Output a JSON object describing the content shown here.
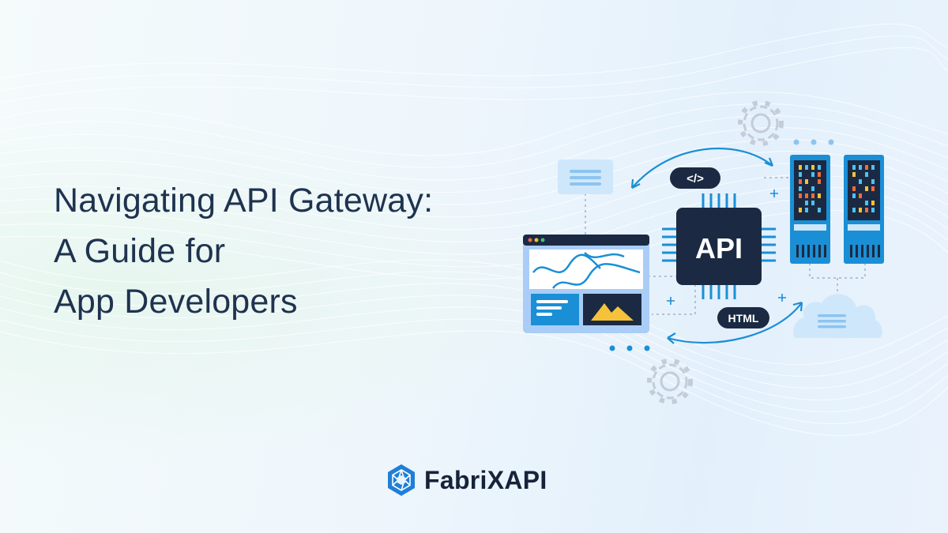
{
  "headline": {
    "line1": "Navigating API Gateway:",
    "line2": "A Guide for",
    "line3": "App Developers"
  },
  "illustration": {
    "chip_label": "API",
    "code_badge": "</>",
    "html_badge": "HTML"
  },
  "brand": {
    "name": "FabriXAPI",
    "logo_color": "#1f7fd8"
  },
  "colors": {
    "text": "#1f3350",
    "accent": "#1a8fd6",
    "chip": "#1b2a42"
  }
}
